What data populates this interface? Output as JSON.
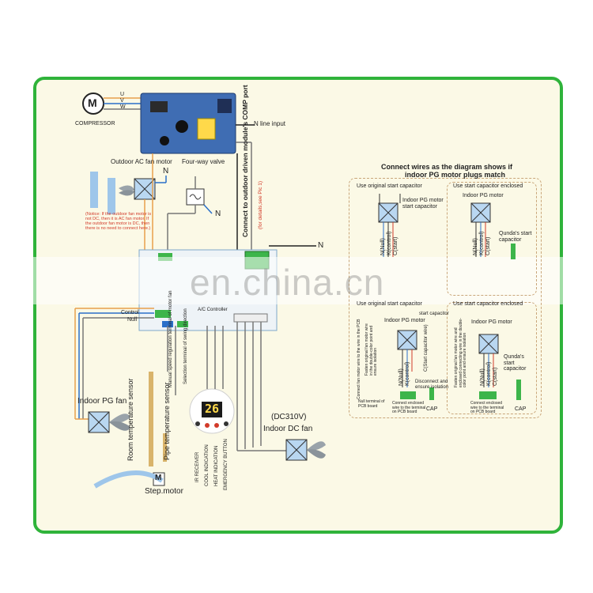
{
  "labels": {
    "motor_m": "M",
    "u": "U",
    "v": "V",
    "w": "W",
    "compressor": "COMPRESSOR",
    "n_line_input": "N line input",
    "outdoor_ac_fan_motor": "Outdoor AC fan motor",
    "four_way_valve": "Four-way valve",
    "n1": "N",
    "n2": "N",
    "n3": "N",
    "connect_outdoor": "Connect to outdoor driven module's COMP port",
    "see_pic": "(for details,see Pic 1)",
    "notice": "(Notice: If the outdoor fan motor is not DC, then it is AC fan motor. If the outdoor fan motor is DC, then there is no need to connect here.)",
    "ac_controller": "A/C Controller",
    "control": "Control",
    "null": "Null",
    "manual_speed": "Manual speed regulation terminal of motor fan",
    "selection_terminal": "Selection terminal of swing direction",
    "indoor_pg_fan": "Indoor PG fan",
    "room_temp_sensor": "Room temperature sensor",
    "pipe_temp_sensor": "Pipe temperature sensor",
    "display_value": "26",
    "ir_receiver": "IR RECEIVER",
    "cool_indication": "COOL INDICATION",
    "heat_indication": "HEAT INDICATION",
    "emergency_button": "EMERGENCY BUTTON",
    "dc310v": "(DC310V)",
    "indoor_dc_fan": "Indoor DC fan",
    "step_motor_m": "M",
    "step_motor": "Step.motor",
    "connect_wires_1": "Connect wires as the diagram shows if",
    "connect_wires_2": "indoor PG motor plugs match",
    "use_original_1": "Use original start capacitor",
    "use_enclosed_1": "Use start capacitor enclosed",
    "indoor_pg_motor_start_cap": "Indoor PG motor start capacitor",
    "indoor_pg_motor_a": "Indoor PG motor",
    "n_null_a": "N(Null)",
    "k_control_a": "K(control)",
    "c_start_a": "C(start)",
    "n_null_b": "N(Null)",
    "k_control_b": "K(control)",
    "c_start_b": "C(start)",
    "qundas_start_cap_1": "Qunda's start capacitor",
    "use_original_2": "Use original start capacitor",
    "use_enclosed_2": "Use start capacitor enclosed",
    "indoor_pg_motor_b": "Indoor PG motor",
    "start_cap_b": "start capacitor",
    "indoor_pg_motor_c": "Indoor PG motor",
    "n_null_c": "N(Null)",
    "k_control_c": "K(control)",
    "c_start_c": "C(Start capacitor wire)",
    "n_null_d": "N(Null)",
    "k_control_d": "K(control)",
    "c_start_d": "C(start)",
    "disconnect": "Disconnect and ensure isolation",
    "connect_fan_motor": "Connect fan motor wire to the wire in the PCB",
    "fasten_original": "Fasten original fan motor wire in the double-color point and ensure isolation",
    "null_terminal": "Null terminal of PCB board",
    "connect_enclosed_1": "Connect enclosed wire to the terminal on PCB board",
    "cap_1": "CAP",
    "fasten_original_2": "Fasten original fan motor wire and enclosed connecting wire in the double-color point and ensure isolation",
    "qundas_start_cap_2": "Qunda's start capacitor",
    "connect_enclosed_2": "Connect enclosed wire to the terminal on PCB board",
    "cap_2": "CAP",
    "watermark": "en.china.cn"
  },
  "colors": {
    "frame": "#2fb33a",
    "background": "#fbf9e6",
    "wire_orange": "#e8a04c",
    "wire_blue": "#2a6fc9",
    "wire_gray": "#777777",
    "wire_red": "#d23b2a",
    "connector_green": "#3db54a",
    "pcb_blue": "#3f6db3"
  }
}
